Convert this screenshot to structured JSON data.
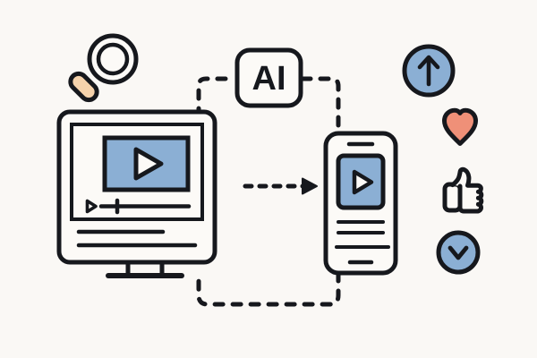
{
  "illustration": {
    "title": "AI video repurposing flow",
    "background_color": "#faf8f5",
    "stroke_color": "#16181d",
    "accent_blue": "#8bafd4",
    "accent_coral": "#ef9078",
    "accent_peach": "#f6d3ac",
    "fill_white": "#fcfaf7"
  },
  "nodes": {
    "search": {
      "name": "magnifying-glass",
      "label": "Search",
      "handle_color": "#f6d3ac"
    },
    "ai_badge": {
      "name": "ai-badge",
      "label": "AI"
    },
    "desktop": {
      "name": "desktop-monitor",
      "label": "Desktop video player",
      "screen_fill": "#8bafd4",
      "play_label": "Play",
      "progress_position_percent": 18,
      "caption_lines": 2
    },
    "phone": {
      "name": "smartphone",
      "label": "Mobile video player",
      "screen_fill": "#8bafd4",
      "play_label": "Play",
      "caption_lines": 3
    }
  },
  "reactions": [
    {
      "name": "arrow-up-circle-icon",
      "label": "Upvote",
      "glyph": "arrow-up",
      "fill": "#8bafd4"
    },
    {
      "name": "heart-icon",
      "label": "Like",
      "glyph": "heart",
      "fill": "#ef9078"
    },
    {
      "name": "thumbs-up-icon",
      "label": "Thumbs up",
      "glyph": "thumbs-up",
      "fill": "#fcfaf7"
    },
    {
      "name": "chevron-down-circle-icon",
      "label": "Downvote",
      "glyph": "chevron-down",
      "fill": "#8bafd4"
    }
  ],
  "connectors": [
    {
      "name": "connector-desktop-to-ai",
      "label": "Desktop to AI",
      "style": "dashed"
    },
    {
      "name": "connector-ai-to-phone",
      "label": "AI to phone",
      "style": "dashed"
    },
    {
      "name": "connector-desktop-to-phone",
      "label": "Desktop to phone",
      "style": "dashed-arrow"
    },
    {
      "name": "connector-phone-to-desktop-feedback",
      "label": "Phone feedback loop to desktop",
      "style": "dashed"
    }
  ]
}
